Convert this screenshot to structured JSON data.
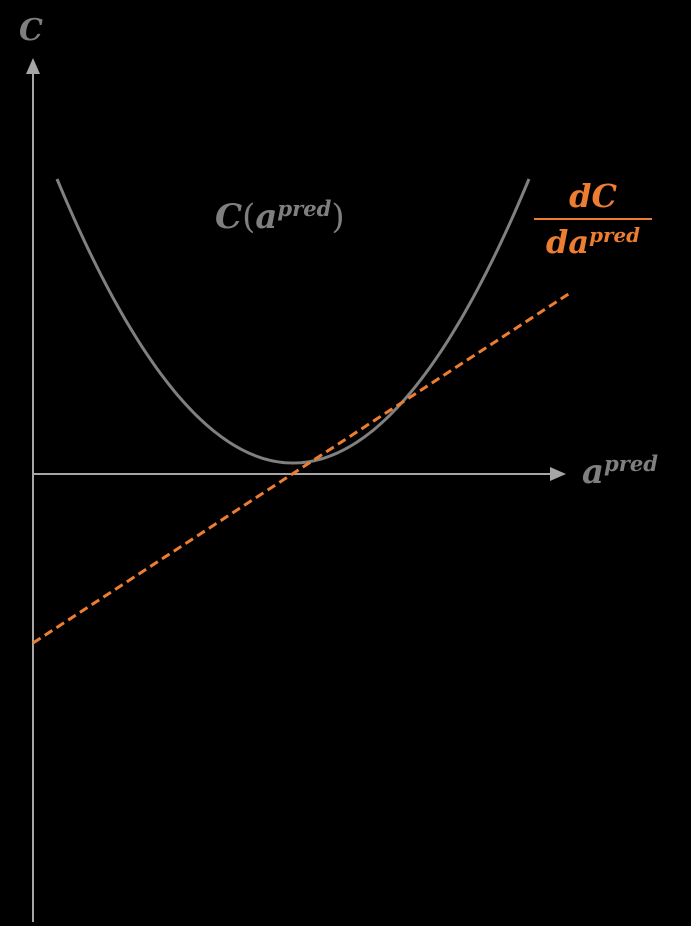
{
  "figure": {
    "y_axis_label": "C",
    "x_axis_label": {
      "base": "a",
      "superscript": "pred"
    },
    "curve_label": {
      "function": "C",
      "open_paren": "(",
      "base": "a",
      "superscript": "pred",
      "close_paren": ")"
    },
    "derivative_label": {
      "numerator": "dC",
      "denominator_base": "da",
      "denominator_superscript": "pred"
    }
  },
  "colors": {
    "background": "#000000",
    "axis": "#a6a6a6",
    "curve": "#808080",
    "curve_label": "#7f7f7f",
    "tangent": "#ed7d31"
  },
  "elements": {
    "curve": "parabola",
    "tangent": "dashed tangent line"
  }
}
